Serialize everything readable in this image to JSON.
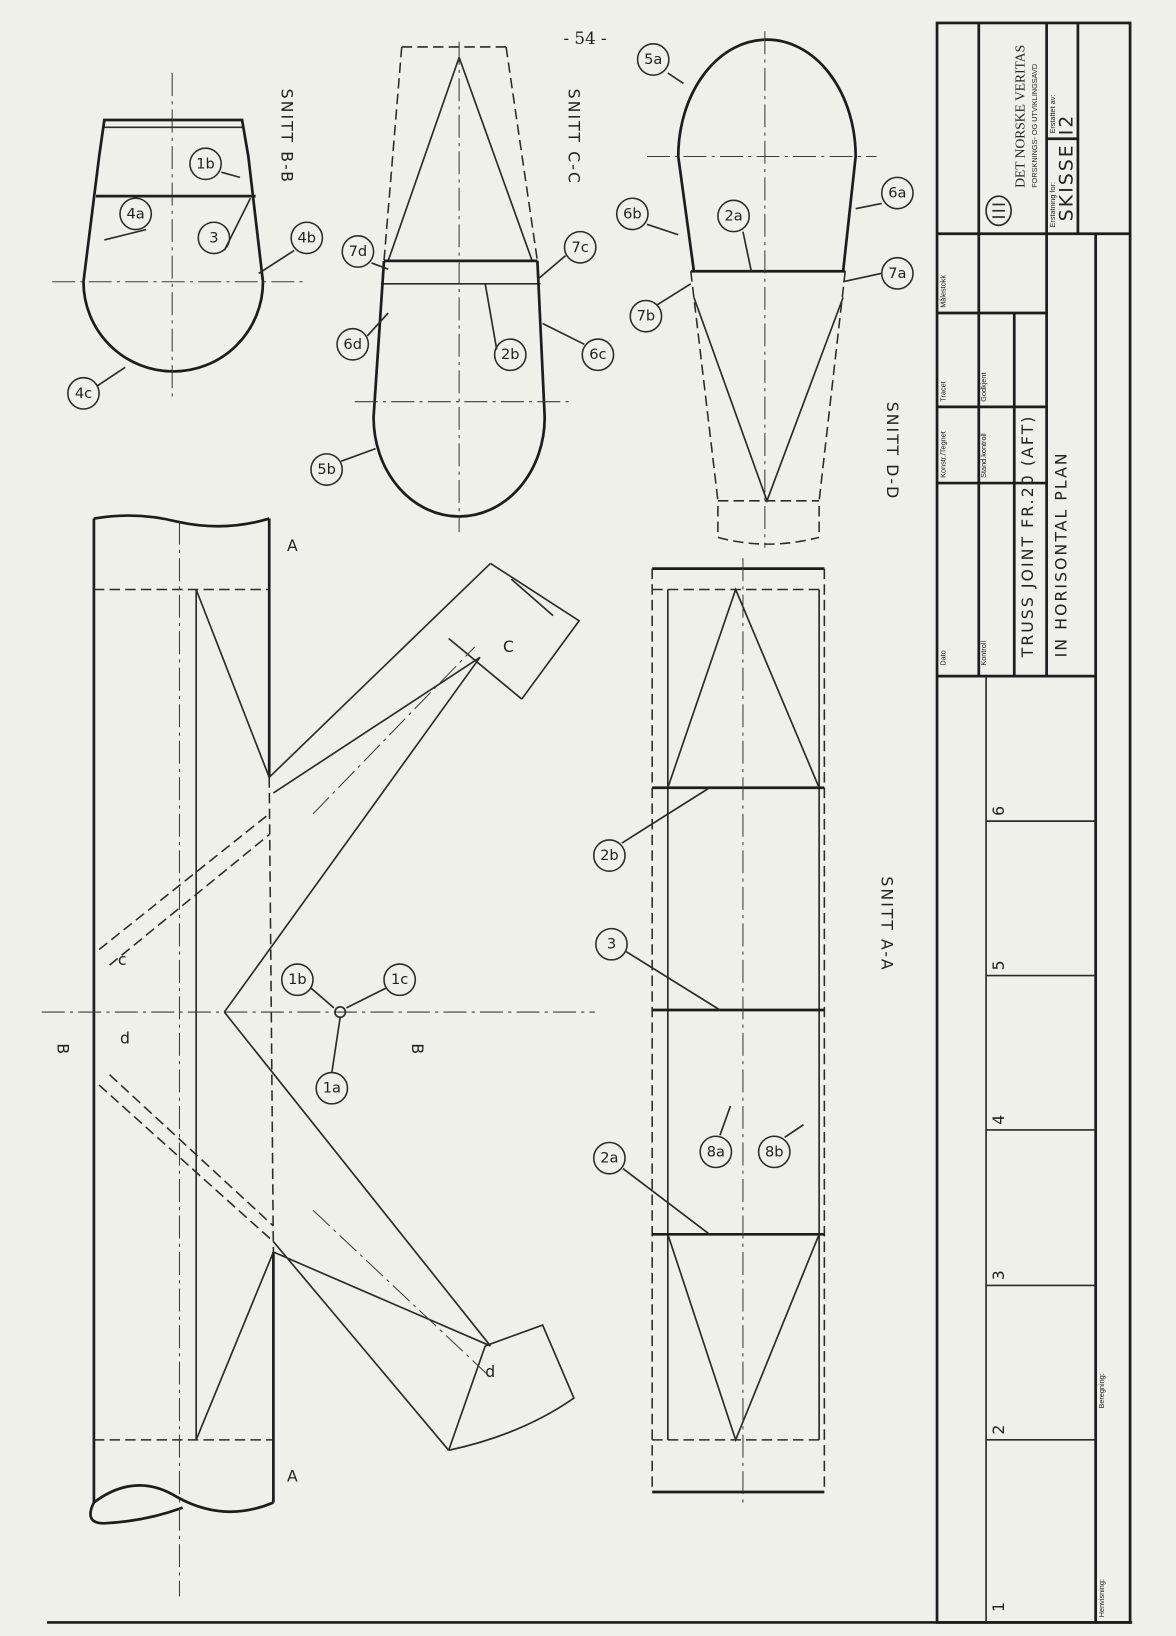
{
  "page_number": "- 54 -",
  "sections": {
    "bb": "SNITT B-B",
    "cc": "SNITT C-C",
    "dd": "SNITT D-D",
    "aa": "SNITT A-A"
  },
  "cut_marks": {
    "a": "A",
    "b": "B",
    "c": "C",
    "d": "D",
    "c_small": "c",
    "d_small": "d"
  },
  "callouts": {
    "c5a": "5a",
    "c1b_top": "1b",
    "c3_top": "3",
    "c4a": "4a",
    "c4b": "4b",
    "c6b": "6b",
    "c2a_top": "2a",
    "c6a": "6a",
    "c7d": "7d",
    "c7c": "7c",
    "c7a": "7a",
    "c7b": "7b",
    "c6d": "6d",
    "c2b_top": "2b",
    "c6c": "6c",
    "c4c": "4c",
    "c5b": "5b",
    "c2b": "2b",
    "c3": "3",
    "c1b": "1b",
    "c1c": "1c",
    "c1a": "1a",
    "c2a": "2a",
    "c8a": "8a",
    "c8b": "8b"
  },
  "title_block": {
    "company": "DET NORSKE VERITAS",
    "department": "FORSKNINGS- OG UTVIKLINGSAVD",
    "fields": {
      "dato": "Dato",
      "konstr": "Konstr./Tegnet",
      "tracet": "Tracet",
      "malestokk": "Målestokk",
      "kontroll": "Kontroll",
      "stand_kontroll": "Stand.kontroll",
      "godkjent": "Godkjent",
      "erstatning_for": "Erstatning for:",
      "erstattet_av": "Erstattet av:",
      "henvisning": "Henvisning:",
      "beregning": "Beregning:"
    },
    "title_line1": "TRUSS JOINT  FR.20 (AFT)",
    "title_line2": "IN HORISONTAL  PLAN",
    "sketch_id": "SKISSE  I2",
    "revision_rows": [
      "1",
      "2",
      "3",
      "4",
      "5",
      "6"
    ]
  }
}
